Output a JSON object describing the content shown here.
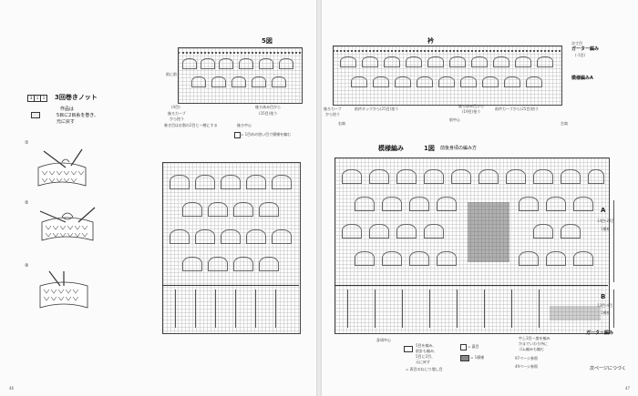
{
  "left_page": {
    "page_number": "46",
    "technique": {
      "symbol_digits": [
        "3",
        "1",
        "1"
      ],
      "title": "3回巻きノット",
      "note_line1": "作品は",
      "note_line2": "5目に2目糸を巻き、",
      "note_line3": "元に戻す"
    },
    "steps": [
      "①",
      "②",
      "③"
    ],
    "chart5": {
      "title": "5図",
      "label_side": "前に前",
      "label_left": "後ろカーブ",
      "label_left2": "から拾う",
      "label_bottom1": "巻き目はお割の2目と一緒にする",
      "label_bottom2": "後ろ中心",
      "label_rows1": "(4目)",
      "label_rows2": "後ろ休み目から",
      "label_rows3": "(35目)拾う",
      "footnote": "= 1目めの拾い目で模様を編む"
    }
  },
  "right_page": {
    "page_number": "47",
    "collar": {
      "title": "衿",
      "right_label1": "次寸目",
      "right_label2": "ガーター編み",
      "right_label3": "(-1目)",
      "pattern_label": "模様編みA",
      "bottom_left": "後ろカーブ",
      "bottom_left2": "から拾う",
      "bottom_label1": "前衿ネックから(25目)拾う",
      "bottom_label2": "後ろ休み目から",
      "bottom_label3": "(19目)拾う",
      "bottom_label4": "前衿カーブから(25目)拾う",
      "center_label": "前中心",
      "right_side": "右肩",
      "left_side": "左肩"
    },
    "chart1": {
      "title_a": "模様編み",
      "title_b": "1図",
      "subtitle": "前後身頃の編み方",
      "section_a": "A",
      "section_a_rows1": "14目-24目",
      "section_a_rows2": "1模様",
      "section_b": "B",
      "section_b_rows1": "13目-4目",
      "section_b_rows2": "1模様",
      "garter": "ガーター編み",
      "center_label": "身頃中心"
    },
    "legend": {
      "item1_line1": "5目を編み、",
      "item1_line2": "前針も編み、",
      "item1_line3": "5目に2目、",
      "item1_line4": "元に戻す",
      "item2": "= 裏目",
      "item3": "= 1模様",
      "item4": "= 表目のねじり増し目",
      "item5_line1": "中上3目一度を編み",
      "item5_line2": "かまでいわり持に",
      "item5_line3": "ゴム編みも編む",
      "ref1": "97ページ参照",
      "ref2": "49ページ参照"
    },
    "continue_note": "次ページにつづく"
  }
}
